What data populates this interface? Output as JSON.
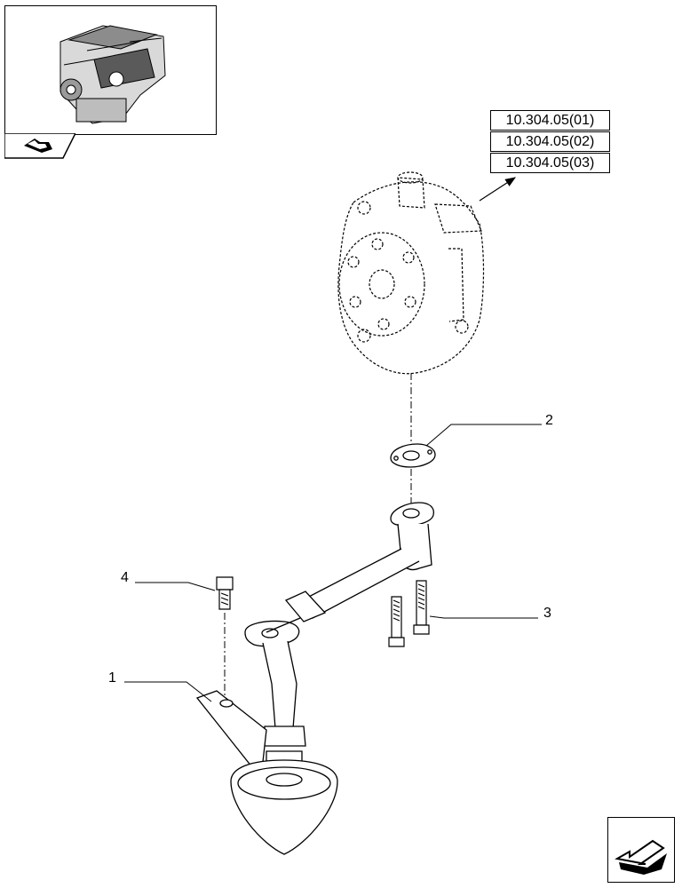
{
  "references": [
    {
      "code": "10.304.05(01)"
    },
    {
      "code": "10.304.05(02)"
    },
    {
      "code": "10.304.05(03)"
    }
  ],
  "callouts": [
    {
      "number": "1"
    },
    {
      "number": "2"
    },
    {
      "number": "3"
    },
    {
      "number": "4"
    }
  ],
  "icons": {
    "engine_thumbnail": "engine-thumbnail-icon",
    "back_arrow": "back-arrow-icon",
    "next_page": "next-page-arrow-icon"
  }
}
